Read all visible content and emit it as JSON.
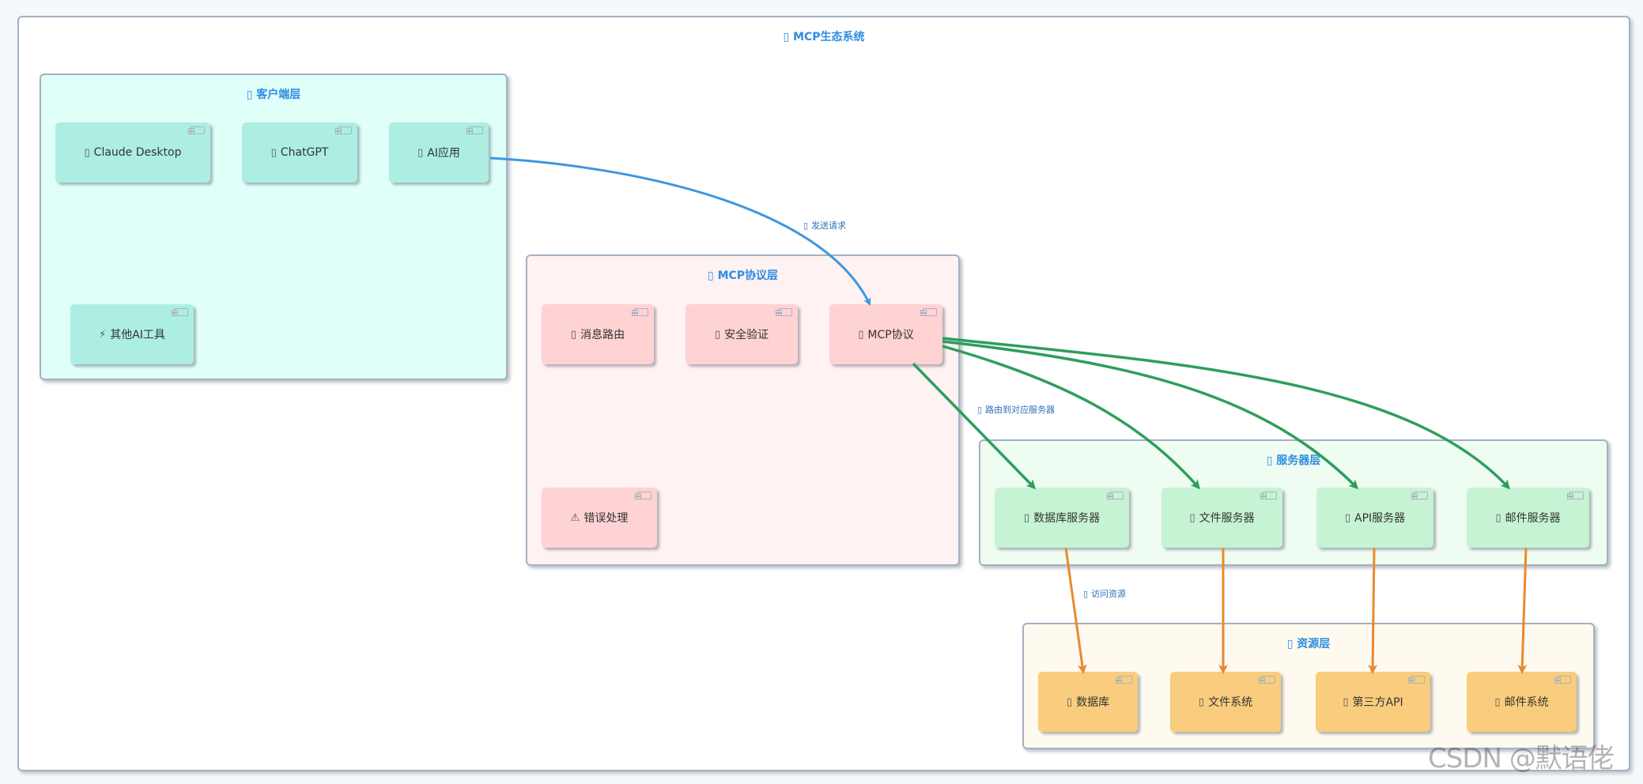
{
  "title": "MCP生态系统",
  "title_icon": "ecosystem-icon",
  "groups": {
    "client": {
      "title": "客户端层",
      "icon": "client-icon",
      "bg": "#e0fff9"
    },
    "protocol": {
      "title": "MCP协议层",
      "icon": "protocol-icon",
      "bg": "#fff2f2"
    },
    "server": {
      "title": "服务器层",
      "icon": "server-icon",
      "bg": "#eefcf1"
    },
    "resource": {
      "title": "资源层",
      "icon": "resource-icon",
      "bg": "#fffaef"
    }
  },
  "nodes": {
    "claude_desktop": {
      "label": "Claude Desktop",
      "icon": "desktop-icon"
    },
    "chatgpt": {
      "label": "ChatGPT",
      "icon": "chat-icon"
    },
    "ai_app": {
      "label": "AI应用",
      "icon": "app-icon"
    },
    "other_ai": {
      "label": "其他AI工具",
      "icon": "lightning-icon",
      "glyph": "⚡"
    },
    "msg_routing": {
      "label": "消息路由",
      "icon": "routing-icon"
    },
    "security": {
      "label": "安全验证",
      "icon": "lock-icon"
    },
    "mcp_protocol": {
      "label": "MCP协议",
      "icon": "protocol-icon"
    },
    "error_handling": {
      "label": "错误处理",
      "icon": "warning-icon",
      "glyph": "⚠"
    },
    "db_server": {
      "label": "数据库服务器",
      "icon": "database-icon"
    },
    "file_server": {
      "label": "文件服务器",
      "icon": "folder-icon"
    },
    "api_server": {
      "label": "API服务器",
      "icon": "plug-icon"
    },
    "mail_server": {
      "label": "邮件服务器",
      "icon": "mail-icon"
    },
    "database": {
      "label": "数据库",
      "icon": "database-icon"
    },
    "file_system": {
      "label": "文件系统",
      "icon": "folder-icon"
    },
    "third_party_api": {
      "label": "第三方API",
      "icon": "globe-icon"
    },
    "mail_system": {
      "label": "邮件系统",
      "icon": "mail-icon"
    }
  },
  "edges": {
    "send_request": {
      "label": "发送请求",
      "color": "#3d97e0"
    },
    "route_to_server": {
      "label": "路由到对应服务器",
      "color": "#2e9e5b"
    },
    "access_resource": {
      "label": "访问资源",
      "color": "#e88a2e"
    }
  },
  "watermark": "CSDN @默语佬"
}
